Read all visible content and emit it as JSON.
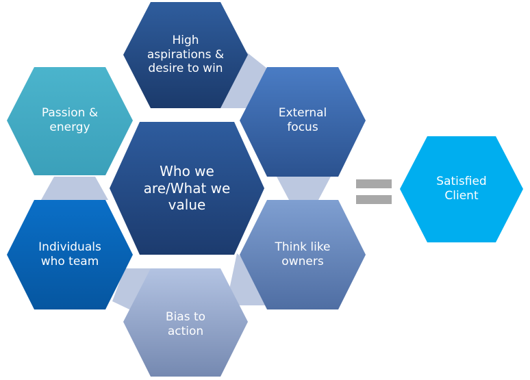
{
  "diagram": {
    "center": {
      "label": "Who we are/What we value",
      "color_top": "#2e5c9e",
      "color_bottom": "#1c3b6e"
    },
    "values": [
      {
        "id": "aspirations",
        "label": "High aspirations & desire to win",
        "color_top": "#2f5d9d",
        "color_bottom": "#1b3a6b"
      },
      {
        "id": "external-focus",
        "label": "External focus",
        "color_top": "#4a7cc4",
        "color_bottom": "#2b528f"
      },
      {
        "id": "think-like-owners",
        "label": "Think like owners",
        "color_top": "#7f9fd1",
        "color_bottom": "#4f6ea3"
      },
      {
        "id": "bias-to-action",
        "label": "Bias to action",
        "color_top": "#b3c3e2",
        "color_bottom": "#7589b1"
      },
      {
        "id": "individuals-who-team",
        "label": "Individuals who team",
        "color_top": "#0a6fc7",
        "color_bottom": "#0656a0"
      },
      {
        "id": "passion-energy",
        "label": "Passion & energy",
        "color_top": "#4bb4cc",
        "color_bottom": "#3ba0ba"
      }
    ],
    "result": {
      "label": "Satisfied Client",
      "color": "#00aeef"
    },
    "equals_color": "#a8a8a8",
    "connector_color": "#bcc8e0"
  }
}
